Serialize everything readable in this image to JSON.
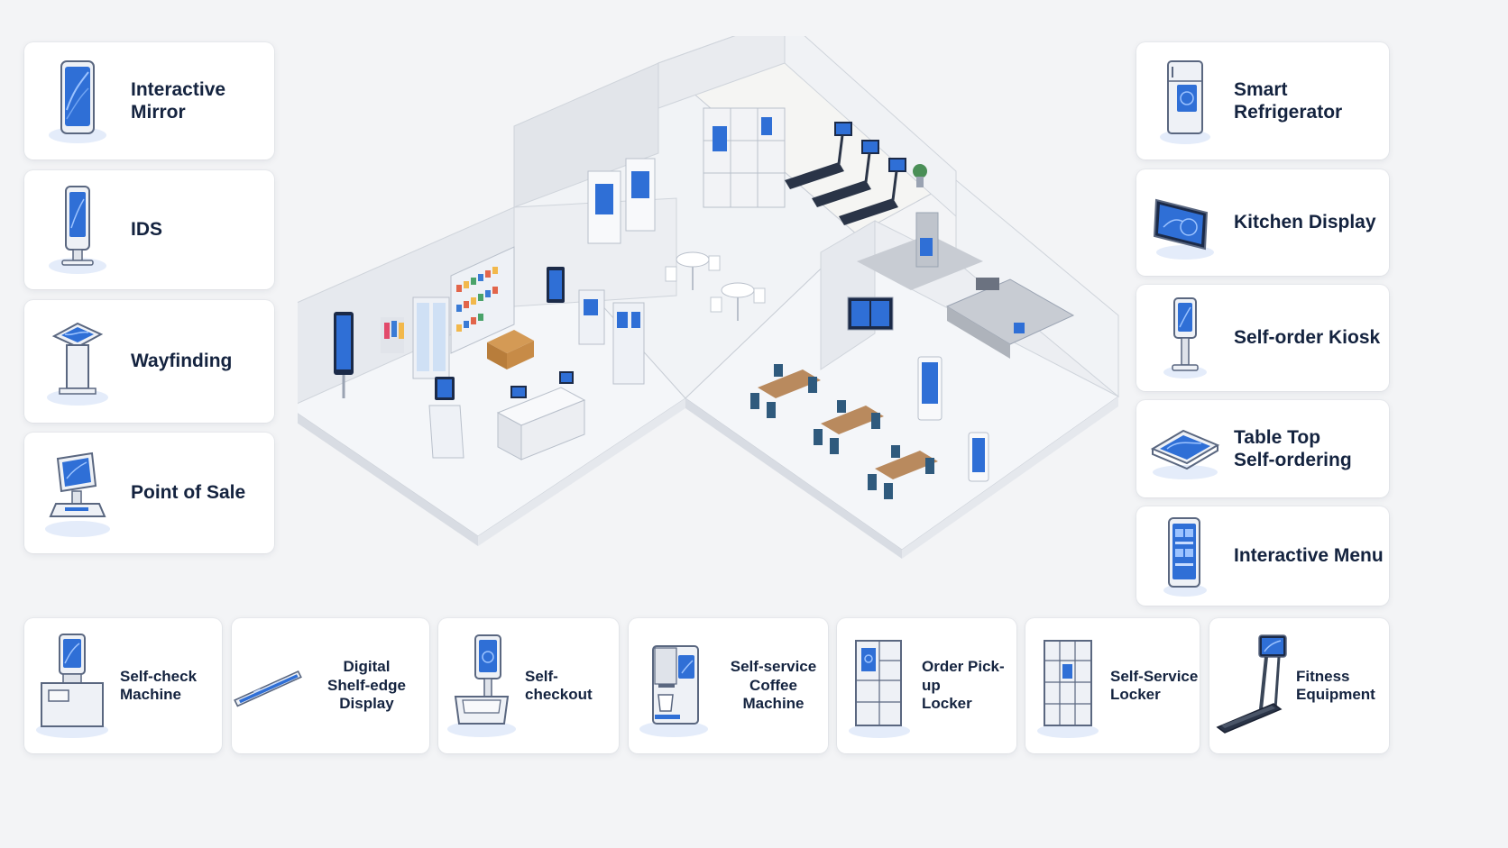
{
  "left_cards": [
    {
      "line1": "Interactive",
      "line2": "Mirror",
      "icon": "interactive-mirror-icon"
    },
    {
      "line1": "IDS",
      "line2": "",
      "icon": "ids-totem-icon"
    },
    {
      "line1": "Wayfinding",
      "line2": "",
      "icon": "wayfinding-kiosk-icon"
    },
    {
      "line1": "Point of Sale",
      "line2": "",
      "icon": "point-of-sale-icon"
    }
  ],
  "right_cards": [
    {
      "line1": "Smart Refrigerator",
      "line2": "",
      "icon": "smart-refrigerator-icon"
    },
    {
      "line1": "Kitchen Display",
      "line2": "",
      "icon": "kitchen-display-icon"
    },
    {
      "line1": "Self-order Kiosk",
      "line2": "",
      "icon": "self-order-kiosk-icon"
    },
    {
      "line1": "Table Top",
      "line2": "Self-ordering",
      "icon": "table-top-tablet-icon"
    },
    {
      "line1": "Interactive Menu",
      "line2": "",
      "icon": "interactive-menu-icon"
    }
  ],
  "bottom_cards": [
    {
      "line1": "Self-check",
      "line2": "Machine",
      "icon": "self-check-machine-icon"
    },
    {
      "line1": "Digital",
      "line2": "Shelf-edge Display",
      "icon": "shelf-edge-display-icon"
    },
    {
      "line1": "Self-checkout",
      "line2": "",
      "icon": "self-checkout-icon"
    },
    {
      "line1": "Self-service",
      "line2": "Coffee Machine",
      "icon": "coffee-machine-icon"
    },
    {
      "line1": "Order Pick-up",
      "line2": "Locker",
      "icon": "pickup-locker-icon"
    },
    {
      "line1": "Self-Service",
      "line2": "Locker",
      "icon": "self-service-locker-icon"
    },
    {
      "line1": "Fitness",
      "line2": "Equipment",
      "icon": "fitness-treadmill-icon"
    }
  ],
  "colors": {
    "screen_blue": "#2f6fd6",
    "screen_dark": "#173f93",
    "label_navy": "#14233f",
    "floor_white": "#f7f8fa",
    "wall_gray": "#dfe2e7"
  }
}
